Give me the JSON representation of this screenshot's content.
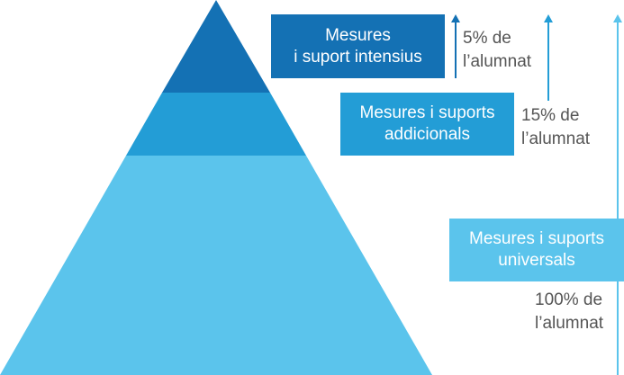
{
  "colors": {
    "intensive": "#1471b4",
    "additional": "#239dd6",
    "universal": "#5bc4ec",
    "text": "#555555"
  },
  "tiers": [
    {
      "box_lines": [
        "Mesures",
        "i suport intensius"
      ],
      "percent_lines": [
        "5% de",
        "l’alumnat"
      ]
    },
    {
      "box_lines": [
        "Mesures i suports",
        "addicionals"
      ],
      "percent_lines": [
        "15% de",
        "l’alumnat"
      ]
    },
    {
      "box_lines": [
        "Mesures i suports",
        "universals"
      ],
      "percent_lines": [
        "100% de",
        "l’alumnat"
      ]
    }
  ]
}
